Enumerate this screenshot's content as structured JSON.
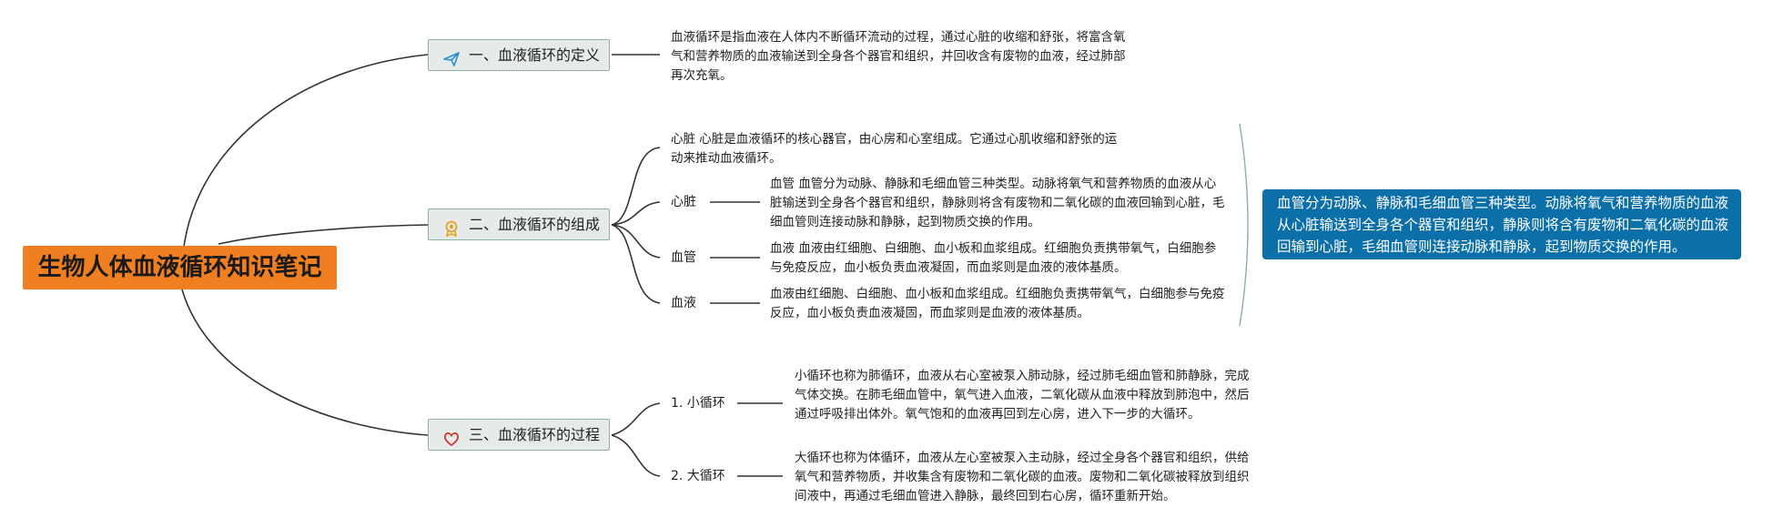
{
  "title": "生物人体血液循环知识笔记",
  "branches": {
    "definition": {
      "label": "一、血液循环的定义",
      "icon": "paper-plane-icon",
      "text": "血液循环是指血液在人体内不断循环流动的过程，通过心脏的收缩和舒张，将富含氧气和营养物质的血液输送到全身各个器官和组织，并回收含有废物的血液，经过肺部再次充氧。"
    },
    "composition": {
      "label": "二、血液循环的组成",
      "icon": "award-medal-icon",
      "intro": "心脏 心脏是血液循环的核心器官，由心房和心室组成。它通过心肌收缩和舒张的运动来推动血液循环。",
      "items": [
        {
          "label": "心脏",
          "text": "血管 血管分为动脉、静脉和毛细血管三种类型。动脉将氧气和营养物质的血液从心脏输送到全身各个器官和组织，静脉则将含有废物和二氧化碳的血液回输到心脏，毛细血管则连接动脉和静脉，起到物质交换的作用。"
        },
        {
          "label": "血管",
          "text": "血液 血液由红细胞、白细胞、血小板和血浆组成。红细胞负责携带氧气，白细胞参与免疫反应，血小板负责血液凝固，而血浆则是血液的液体基质。"
        },
        {
          "label": "血液",
          "text": "血液由红细胞、白细胞、血小板和血浆组成。红细胞负责携带氧气，白细胞参与免疫反应，血小板负责血液凝固，而血浆则是血液的液体基质。"
        }
      ],
      "callout": "血管分为动脉、静脉和毛细血管三种类型。动脉将氧气和营养物质的血液从心脏输送到全身各个器官和组织，静脉则将含有废物和二氧化碳的血液回输到心脏，毛细血管则连接动脉和静脉，起到物质交换的作用。"
    },
    "process": {
      "label": "三、血液循环的过程",
      "icon": "heart-icon",
      "items": [
        {
          "label": "1. 小循环",
          "text": "小循环也称为肺循环，血液从右心室被泵入肺动脉，经过肺毛细血管和肺静脉，完成气体交换。在肺毛细血管中，氧气进入血液，二氧化碳从血液中释放到肺泡中，然后通过呼吸排出体外。氧气饱和的血液再回到左心房，进入下一步的大循环。"
        },
        {
          "label": "2. 大循环",
          "text": "大循环也称为体循环，血液从左心室被泵入主动脉，经过全身各个器官和组织，供给氧气和营养物质，并收集含有废物和二氧化碳的血液。废物和二氧化碳被释放到组织间液中，再通过毛细血管进入静脉，最终回到右心房，循环重新开始。"
        }
      ]
    }
  },
  "colors": {
    "root_bg": "#f07f22",
    "branch_bg": "#e6ebea",
    "branch_border": "#8fb0a5",
    "callout_bg": "#0c6fa8",
    "line": "#333333"
  }
}
